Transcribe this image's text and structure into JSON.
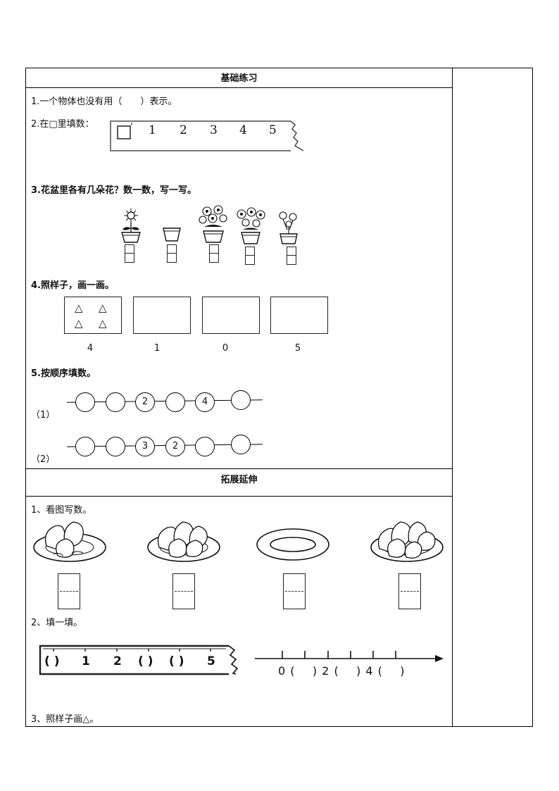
{
  "sections": {
    "basic_title": "基础练习",
    "extend_title": "拓展延伸"
  },
  "basic": {
    "q1": "1.一个物体也没有用（　　）表示。",
    "q2": "2.在□里填数：",
    "q2_ruler": [
      "1",
      "2",
      "3",
      "4",
      "5"
    ],
    "q3": "3.花盆里各有几朵花？数一数，写一写。",
    "q4": "4.照样子，画一画。",
    "q4_numbers": [
      "4",
      "1",
      "0",
      "5"
    ],
    "q4_sample": [
      "△",
      "△",
      "△",
      "△"
    ],
    "q5": "5.按顺序填数。",
    "q5_row1_label": "（1）",
    "q5_row2_label": "（2）",
    "q5_row1": [
      "",
      "",
      "2",
      "",
      "4",
      ""
    ],
    "q5_row2": [
      "",
      "",
      "3",
      "2",
      "",
      ""
    ]
  },
  "extend": {
    "q1": "1、看图写数。",
    "q2": "2、填一填。",
    "q2_ruler": [
      "( )",
      "1",
      "2",
      "( )",
      "( )",
      "5"
    ],
    "q2_numberline": "0 (    ) 2 (    ) 4 (    )",
    "q3": "3、照样子画△。"
  }
}
